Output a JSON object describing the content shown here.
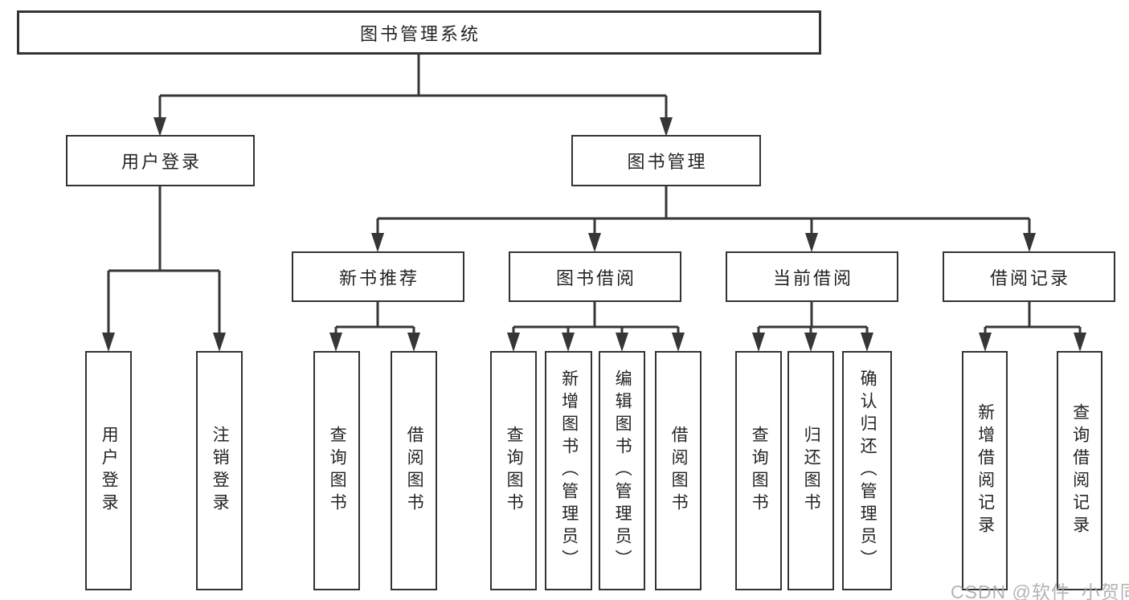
{
  "diagram": {
    "root": {
      "label": "图书管理系统"
    },
    "level2": [
      {
        "label": "用户登录"
      },
      {
        "label": "图书管理"
      }
    ],
    "level3": [
      {
        "label": "新书推荐"
      },
      {
        "label": "图书借阅"
      },
      {
        "label": "当前借阅"
      },
      {
        "label": "借阅记录"
      }
    ],
    "leaves": {
      "user_login": [
        "用户登录",
        "注销登录"
      ],
      "new_book_recommend": [
        "查询图书",
        "借阅图书"
      ],
      "book_borrow": [
        "查询图书",
        "新增图书（管理员）",
        "编辑图书（管理员）",
        "借阅图书"
      ],
      "current_borrow": [
        "查询图书",
        "归还图书",
        "确认归还（管理员）"
      ],
      "borrow_record": [
        "新增借阅记录",
        "查询借阅记录"
      ]
    }
  },
  "watermark": {
    "text": "CSDN @软件_小贺同学"
  },
  "colors": {
    "line": "#363636",
    "box_border": "#333333",
    "box_fill": "#ffffff",
    "text": "#242424",
    "watermark": "#a8a8a8"
  }
}
